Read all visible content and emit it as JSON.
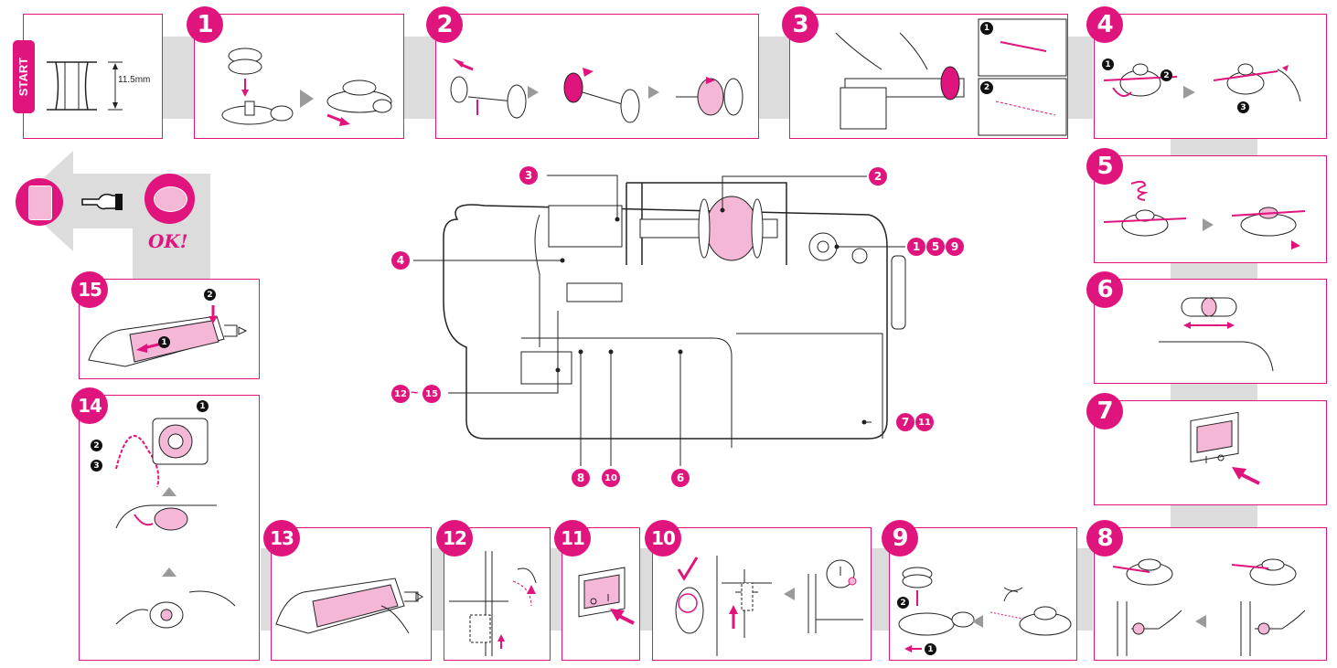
{
  "start_label": "START",
  "bobbin_height": "11.5mm",
  "ok_label": "OK!",
  "steps": [
    "1",
    "2",
    "3",
    "4",
    "5",
    "6",
    "7",
    "8",
    "9",
    "10",
    "11",
    "12",
    "13",
    "14",
    "15"
  ],
  "callouts": {
    "c3": "3",
    "c2": "2",
    "c4": "4",
    "c159": [
      "1",
      "5",
      "9"
    ],
    "c1215_a": "12",
    "c1215_sep": "~",
    "c1215_b": "15",
    "c711": [
      "7",
      "11"
    ],
    "c8": "8",
    "c10": "10",
    "c6": "6"
  },
  "sub_markers": {
    "p3": [
      "1",
      "2"
    ],
    "p4": [
      "1",
      "2",
      "3"
    ],
    "p9": [
      "2",
      "1"
    ],
    "p14": [
      "1",
      "2",
      "3"
    ],
    "p15": [
      "2",
      "1"
    ]
  },
  "colors": {
    "accent": "#e0147d",
    "pink_light": "#f4b8d6",
    "band": "#dcdcdc",
    "arrow_gray": "#9a9a9a"
  }
}
